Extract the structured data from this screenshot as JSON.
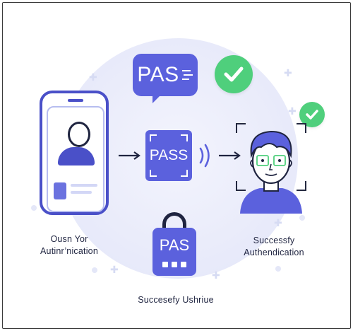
{
  "bubble": {
    "text": "PAS",
    "icon": "message-dash-lines"
  },
  "center_card": {
    "text": "PASS"
  },
  "lock": {
    "text": "PAS"
  },
  "captions": {
    "left_line1": "Ousn Yor",
    "left_line2": "Autinr’nication",
    "right_line1": "Successfy",
    "right_line2": "Authendication",
    "bottom": "Succesefy Ushriue"
  },
  "icons": {
    "top_badge": "checkmark-icon",
    "right_badge": "checkmark-icon",
    "signal": "wireless-signal-icon",
    "phone": "smartphone-icon",
    "face": "face-scan-icon"
  },
  "colors": {
    "accent": "#5b61dd",
    "accent_dark": "#4a50c8",
    "success": "#4fcf7c",
    "ink": "#1f2440",
    "background_circle": "#e9ebfa"
  }
}
